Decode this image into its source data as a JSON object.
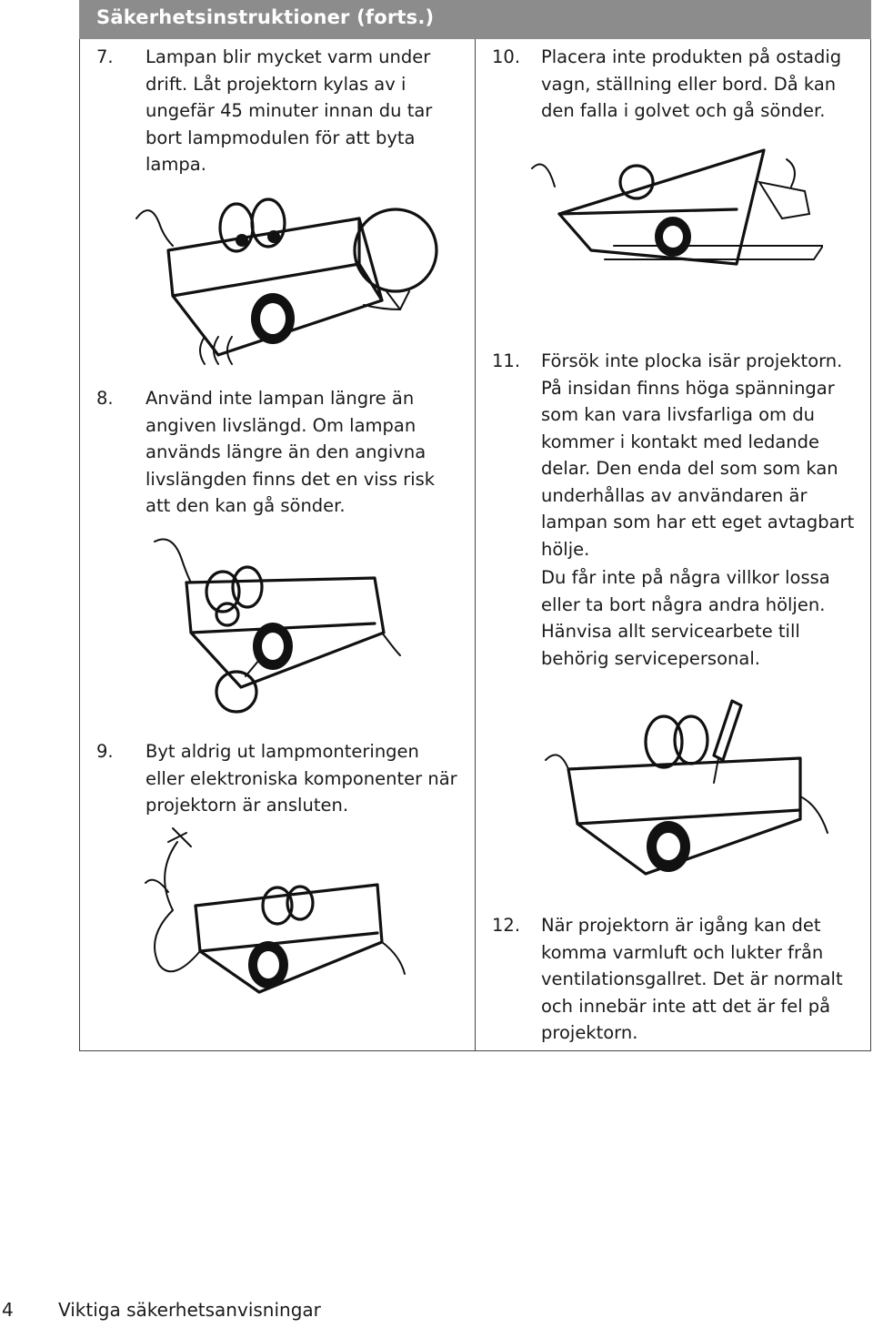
{
  "header": {
    "title": "Säkerhetsinstruktioner (forts.)"
  },
  "items": [
    {
      "num": "7.",
      "paragraphs": [
        "Lampan blir mycket varm under drift. Låt projektorn kylas av i ungefär 45 minuter innan du tar bort lampmodulen för att byta lampa."
      ]
    },
    {
      "num": "8.",
      "paragraphs": [
        "Använd inte lampan längre än angiven livslängd. Om lampan används längre än den angivna livslängden finns det en viss risk att den kan gå sönder."
      ]
    },
    {
      "num": "9.",
      "paragraphs": [
        "Byt aldrig ut lampmonteringen eller elektroniska komponenter när projektorn är ansluten."
      ]
    },
    {
      "num": "10.",
      "paragraphs": [
        "Placera inte produkten på ostadig vagn, ställning eller bord. Då kan den falla i golvet och gå sönder."
      ]
    },
    {
      "num": "11.",
      "paragraphs": [
        "Försök inte plocka isär projektorn. På insidan finns höga spänningar som kan vara livsfarliga om du kommer i kontakt med ledande delar. Den enda del som som kan underhållas av användaren är lampan som har ett eget avtagbart hölje.",
        "Du får inte på några villkor lossa eller ta bort några andra höljen. Hänvisa allt servicearbete till behörig servicepersonal."
      ]
    },
    {
      "num": "12.",
      "paragraphs": [
        "När projektorn är igång kan det komma varmluft och lukter från ventilationsgallret. Det är normalt och innebär inte att det är fel på projektorn."
      ]
    }
  ],
  "footer": {
    "page_number": "4",
    "section_title": "Viktiga säkerhetsanvisningar"
  }
}
